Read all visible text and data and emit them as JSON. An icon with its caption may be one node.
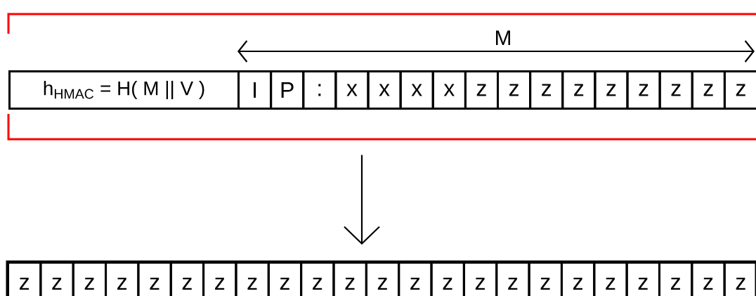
{
  "diagram": {
    "nodes": [
      {
        "text": [],
        "shape": "box"
      },
      {
        "text": [
          "h$_{HMAC}$ = H( M || V )"
        ],
        "in": 0
      },
      {
        "text": [
          "I"
        ],
        "in": 0
      },
      {
        "text": [
          "P"
        ],
        "in": 0
      },
      {
        "text": [
          ":"
        ],
        "in": 0
      },
      {
        "text": [
          "x"
        ],
        "in": 0
      },
      {
        "text": [
          "x"
        ],
        "in": 0
      },
      {
        "text": [
          "x"
        ],
        "in": 0
      },
      {
        "text": [
          "x"
        ],
        "in": 0
      },
      {
        "text": [
          "z"
        ],
        "in": 0
      },
      {
        "text": [
          "z"
        ],
        "in": 0
      },
      {
        "text": [
          "z"
        ],
        "in": 0
      },
      {
        "text": [
          "z"
        ],
        "in": 0
      },
      {
        "text": [
          "z"
        ],
        "in": 0
      },
      {
        "text": [
          "z"
        ],
        "in": 0
      },
      {
        "text": [
          "z"
        ],
        "in": 0
      },
      {
        "text": [
          "z"
        ],
        "in": 0
      },
      {
        "text": [
          "z"
        ],
        "in": 0
      },
      {
        "text": [],
        "shape": "box"
      },
      {
        "text": [
          "z"
        ],
        "in": 18
      },
      {
        "text": [
          "z"
        ],
        "in": 18
      },
      {
        "text": [
          "z"
        ],
        "in": 18
      },
      {
        "text": [
          "z"
        ],
        "in": 18
      },
      {
        "text": [
          "z"
        ],
        "in": 18
      },
      {
        "text": [
          "z"
        ],
        "in": 18
      },
      {
        "text": [
          "z"
        ],
        "in": 18
      },
      {
        "text": [
          "z"
        ],
        "in": 18
      },
      {
        "text": [
          "z"
        ],
        "in": 18
      },
      {
        "text": [
          "z"
        ],
        "in": 18
      },
      {
        "text": [
          "z"
        ],
        "in": 18
      },
      {
        "text": [
          "z"
        ],
        "in": 18
      },
      {
        "text": [
          "z"
        ],
        "in": 18
      },
      {
        "text": [
          "z"
        ],
        "in": 18
      },
      {
        "text": [
          "z"
        ],
        "in": 18
      },
      {
        "text": [
          "z"
        ],
        "in": 18
      },
      {
        "text": [
          "z"
        ],
        "in": 18
      },
      {
        "text": [
          "z"
        ],
        "in": 18
      },
      {
        "text": [
          "z"
        ],
        "in": 18
      },
      {
        "text": [
          "z"
        ],
        "in": 18
      },
      {
        "text": [
          "z"
        ],
        "in": 18
      },
      {
        "text": [
          "z"
        ],
        "in": 18
      },
      {
        "text": [
          "z"
        ],
        "in": 18
      }
    ],
    "edges": [
      {
        "from": 0,
        "to": 18,
        "arrow": "to"
      }
    ],
    "labels": [
      "M"
    ]
  }
}
